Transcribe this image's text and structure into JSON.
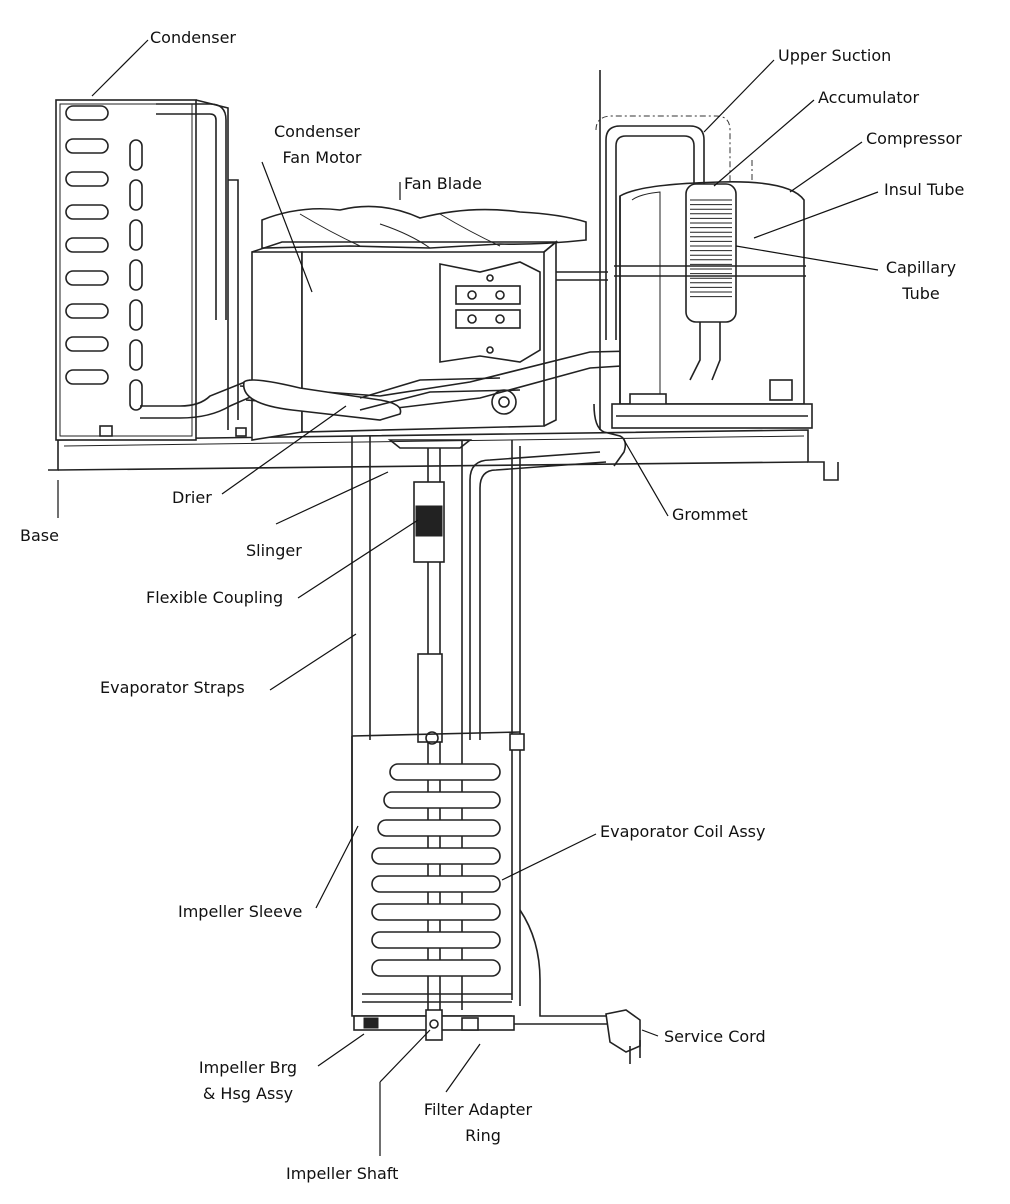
{
  "labels": {
    "condenser": "Condenser",
    "condenser_fan_motor_1": "Condenser",
    "condenser_fan_motor_2": "Fan Motor",
    "fan_blade": "Fan Blade",
    "upper_suction": "Upper Suction",
    "accumulator": "Accumulator",
    "compressor": "Compressor",
    "insul_tube": "Insul Tube",
    "capillary_tube_1": "Capillary",
    "capillary_tube_2": "Tube",
    "drier": "Drier",
    "base": "Base",
    "slinger": "Slinger",
    "grommet": "Grommet",
    "flexible_coupling": "Flexible Coupling",
    "evaporator_straps": "Evaporator Straps",
    "evaporator_coil_assy": "Evaporator Coil Assy",
    "impeller_sleeve": "Impeller Sleeve",
    "service_cord": "Service Cord",
    "impeller_brg_1": "Impeller Brg",
    "impeller_brg_2": "& Hsg Assy",
    "filter_adapter_1": "Filter Adapter",
    "filter_adapter_2": "Ring",
    "impeller_shaft": "Impeller Shaft"
  }
}
